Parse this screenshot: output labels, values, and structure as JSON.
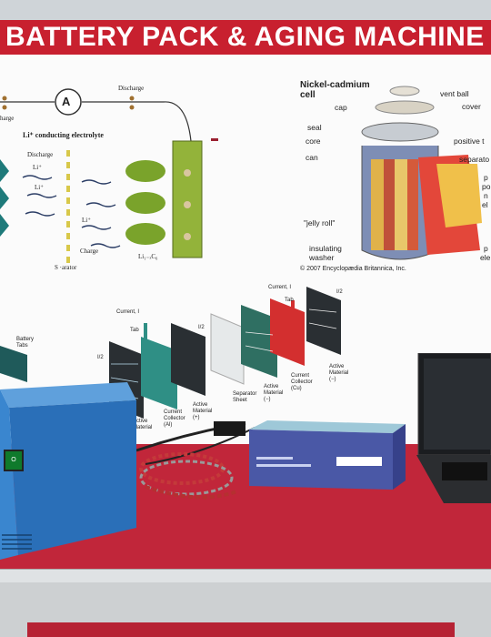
{
  "banner": {
    "title": "BATTERY PACK & AGING MACHINE"
  },
  "li_diagram": {
    "ammeter": "A",
    "discharge_top": "Discharge",
    "charge_left": "harge",
    "electrolyte": "Li⁺ conducting electrolyte",
    "discharge": "Discharge",
    "li_ion_1": "Li⁺",
    "li_ion_2": "Li⁺",
    "li_ion_3": "Li⁺",
    "charge": "Charge",
    "separator": "S  ·arator",
    "anode": "Li₁₋ₓC₆"
  },
  "nicd": {
    "title": "Nickel-cadmium\ncell",
    "cap": "cap",
    "vent_ball": "vent ball",
    "cover": "cover",
    "seal": "seal",
    "core": "core",
    "can": "can",
    "positive": "positive t",
    "separator": "separato",
    "p1": "p",
    "p2": "po",
    "p3": "n",
    "p4": "el",
    "jelly_roll": "\"jelly roll\"",
    "insulating_washer": "insulating\nwasher",
    "p5": "p",
    "p6": "ele",
    "copyright": "© 2007 Encyclopædia Britannica, Inc."
  },
  "stack": {
    "battery_tabs": "Battery\nTabs",
    "current_cell": "Current, I",
    "tab_1": "Tab",
    "half_1": "I/2",
    "half_2": "I/2",
    "current_cell_2": "Current, I",
    "tab_2": "Tab",
    "half_3": "I/2",
    "active_material_1": "Active\nMaterial",
    "current_collector_al": "Current\nCollector\n(Al)",
    "active_material_plus": "Active\nMaterial\n(+)",
    "separator_sheet": "Separator\nSheet",
    "active_material_minus_1": "Active\nMaterial\n(−)",
    "current_collector_cu": "Current\nCollector\n(Cu)",
    "active_material_minus_2": "Active\nMaterial\n(−)"
  },
  "equipment": {
    "power_switch": "O"
  },
  "colors": {
    "banner_red": "#c8202f",
    "table_red": "#c1263a",
    "machine_blue": "#2f78c4",
    "power_green": "#0f7a2c"
  }
}
